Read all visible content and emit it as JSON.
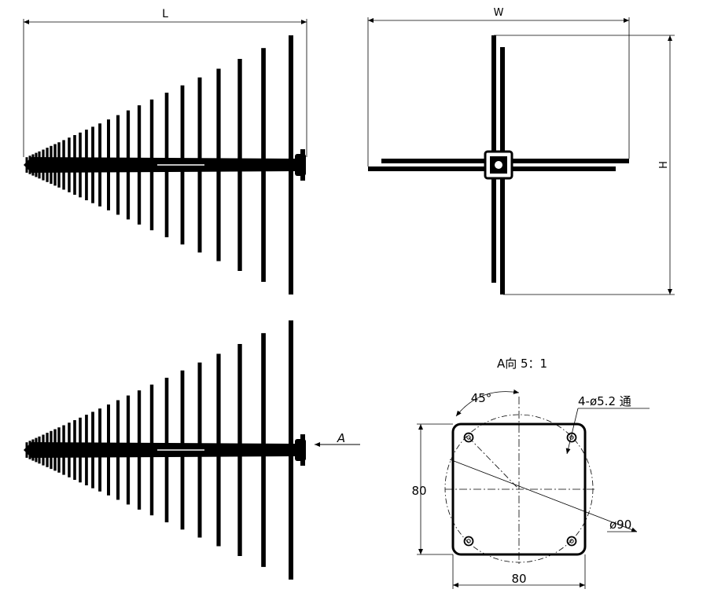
{
  "labels": {
    "length": "L",
    "width": "W",
    "height": "H",
    "arrow_a": "A",
    "view_title": "A向 5：1",
    "hole_spec": "4-ø5.2 通",
    "angle": "45°",
    "circle_dia": "ø90",
    "side_dim": "80",
    "bottom_dim": "80"
  },
  "colors": {
    "ink": "#000000",
    "paper": "#ffffff"
  }
}
